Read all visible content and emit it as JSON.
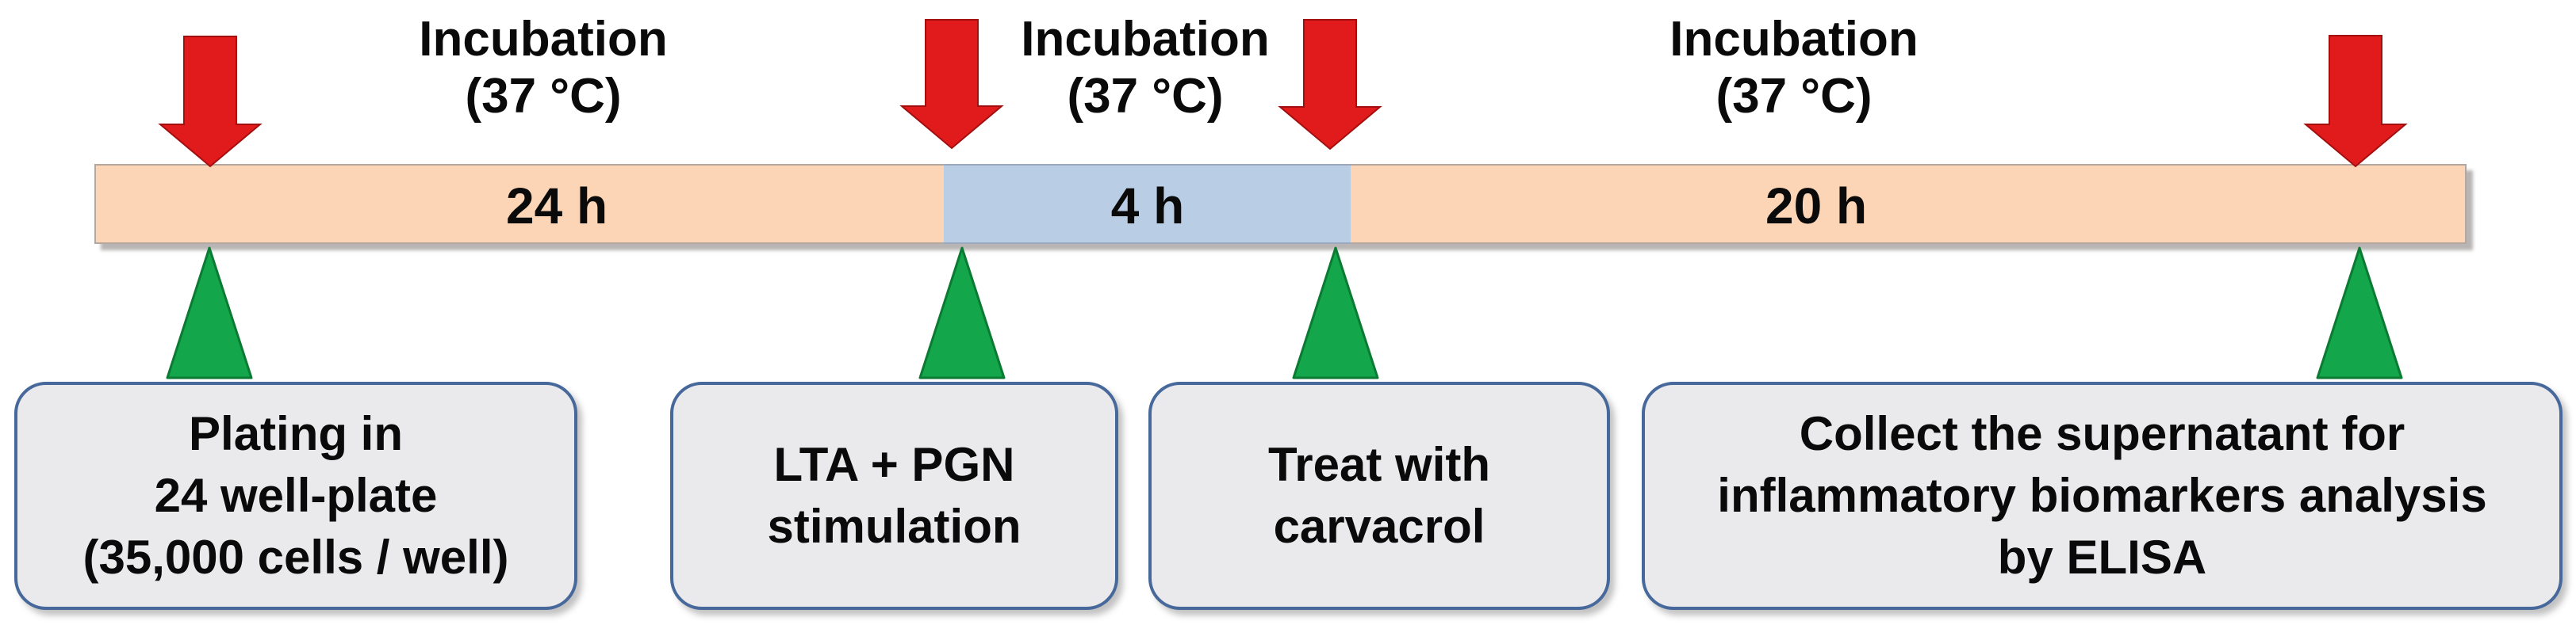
{
  "figure": {
    "title_hint": "Cell stimulation and carvacrol treatment timeline",
    "colors": {
      "background": "#ffffff",
      "bar_peach": "#fbd5b5",
      "bar_blue": "#b9cde4",
      "arrow_red": "#e11b1b",
      "arrow_red_edge": "#a30f0f",
      "triangle_green": "#13a64b",
      "triangle_green_edge": "#0b7a33",
      "box_fill": "#eae9eb",
      "box_border": "#46689b",
      "text": "#0a0a0a"
    },
    "incubation_labels": [
      {
        "line1": "Incubation",
        "line2": "(37 °C)"
      },
      {
        "line1": "Incubation",
        "line2": "(37 °C)"
      },
      {
        "line1": "Incubation",
        "line2": "(37 °C)"
      }
    ],
    "timeline": {
      "segments": [
        {
          "label": "24 h",
          "color": "#fbd5b5"
        },
        {
          "label": "4 h",
          "color": "#b9cde4"
        },
        {
          "label": "20 h",
          "color": "#fbd5b5"
        }
      ]
    },
    "markers": {
      "red_arrows_meaning": "intervention time points",
      "green_triangles_meaning": "pointers to step descriptions"
    },
    "steps": [
      {
        "lines": [
          "Plating in",
          "24 well-plate",
          "(35,000 cells / well)"
        ]
      },
      {
        "lines": [
          "LTA + PGN",
          "stimulation"
        ]
      },
      {
        "lines": [
          "Treat with",
          "carvacrol"
        ]
      },
      {
        "lines": [
          "Collect the supernatant for",
          "inflammatory biomarkers analysis",
          "by ELISA"
        ]
      }
    ]
  }
}
